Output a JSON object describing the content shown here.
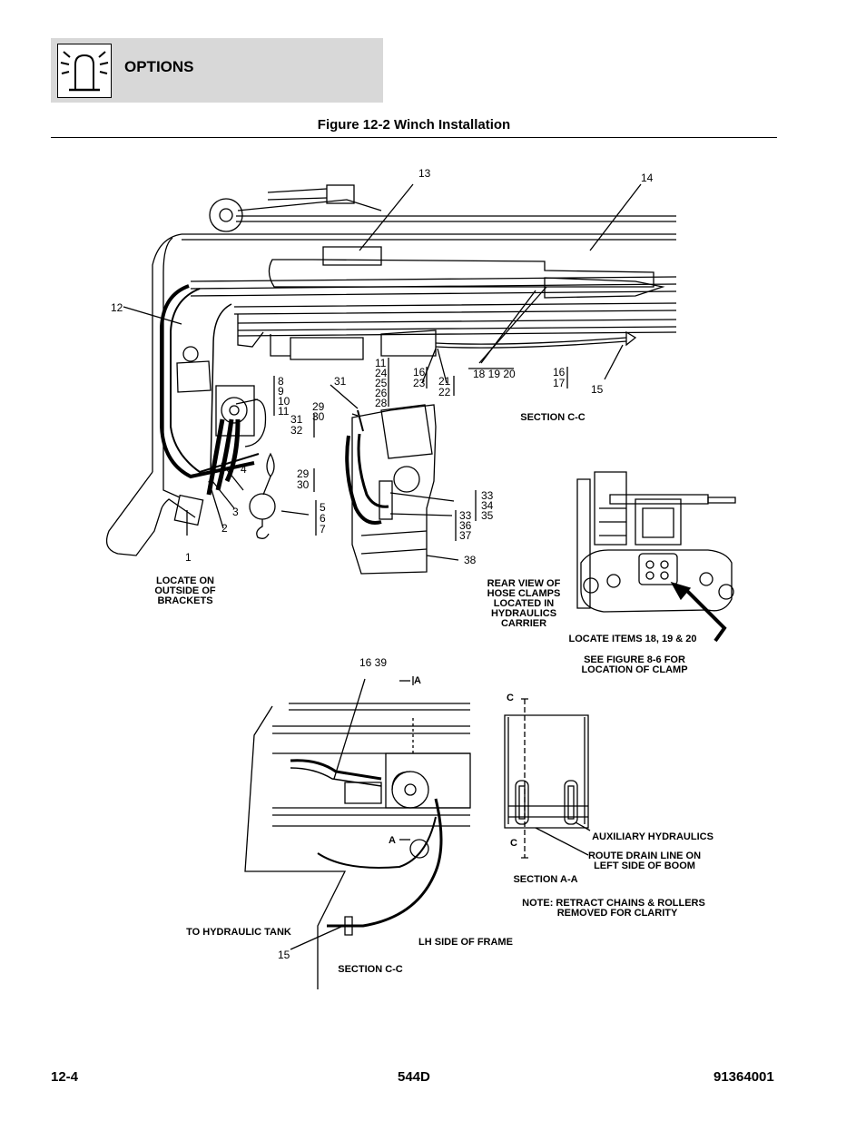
{
  "header": {
    "title": "OPTIONS",
    "icon": "beacon-light-icon"
  },
  "figure": {
    "title": "Figure 12-2 Winch Installation"
  },
  "callouts": {
    "c1": "1",
    "c2": "2",
    "c3": "3",
    "c4": "4",
    "c12": "12",
    "c13": "13",
    "c14": "14",
    "c15a": "15",
    "c15b": "15",
    "c5_6_7": [
      "5",
      "6",
      "7"
    ],
    "c8_11": [
      "8",
      "9",
      "10",
      "11"
    ],
    "c11_28": [
      "11",
      "24",
      "25",
      "26",
      "28"
    ],
    "c16_23": [
      "16",
      "23"
    ],
    "c21_22": [
      "21",
      "22"
    ],
    "c18_20": "18 19 20",
    "c16_17": [
      "16",
      "17"
    ],
    "c31": "31",
    "c29_30a": [
      "29",
      "30"
    ],
    "c31_32": [
      "31",
      "32"
    ],
    "c29_30b": [
      "29",
      "30"
    ],
    "c33_35": [
      "33",
      "34",
      "35"
    ],
    "c33_37": [
      "33",
      "36",
      "37"
    ],
    "c38": "38",
    "c16_39": "16 39"
  },
  "labels": {
    "section_cc_top": "SECTION C-C",
    "locate_brackets": [
      "LOCATE ON",
      "OUTSIDE OF",
      "BRACKETS"
    ],
    "rear_view": [
      "REAR VIEW OF",
      "HOSE CLAMPS",
      "LOCATED IN",
      "HYDRAULICS",
      "CARRIER"
    ],
    "locate_items": "LOCATE ITEMS 18, 19 & 20",
    "see_figure": [
      "SEE FIGURE 8-6 FOR",
      "LOCATION OF CLAMP"
    ],
    "marker_a": "A",
    "marker_c": "C",
    "aux_hydraulics": "AUXILIARY HYDRAULICS",
    "route_drain": [
      "ROUTE DRAIN LINE ON",
      "LEFT SIDE OF BOOM"
    ],
    "section_aa": "SECTION A-A",
    "note": [
      "NOTE:  RETRACT CHAINS & ROLLERS",
      "REMOVED FOR CLARITY"
    ],
    "to_tank": "TO HYDRAULIC TANK",
    "lh_frame": "LH SIDE OF FRAME",
    "section_cc_bottom": "SECTION C-C"
  },
  "footer": {
    "page": "12-4",
    "model": "544D",
    "docnum": "91364001"
  }
}
